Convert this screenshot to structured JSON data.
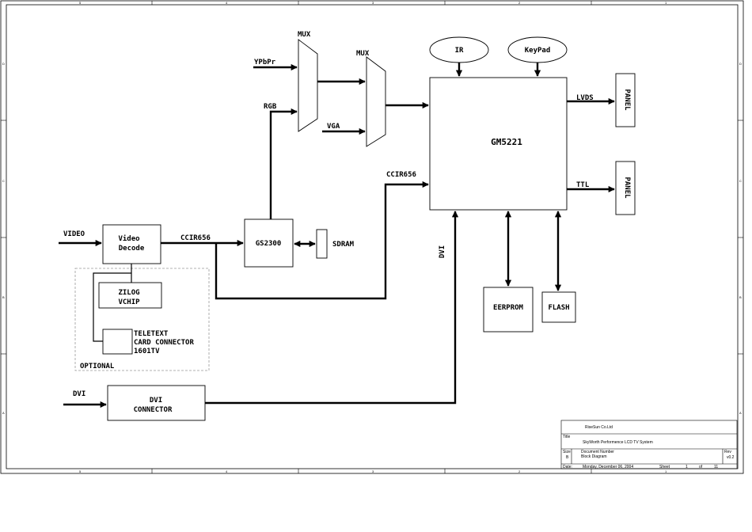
{
  "frame": {
    "zone_numbers": [
      "5",
      "4",
      "3",
      "2",
      "1"
    ],
    "zone_letters": [
      "D",
      "C",
      "B",
      "A"
    ]
  },
  "diagram": {
    "mux1_label": "MUX",
    "mux2_label": "MUX",
    "ir_label": "IR",
    "keypad_label": "KeyPad",
    "ypbpr_label": "YPbPr",
    "rgb_label": "RGB",
    "vga_label": "VGA",
    "gm5221_label": "GM5221",
    "lvds_label": "LVDS",
    "ttl_label": "TTL",
    "panel1_label": "PANEL",
    "panel2_label": "PANEL",
    "ccir656_top_label": "CCIR656",
    "ccir656_mid_label": "CCIR656",
    "video_label": "VIDEO",
    "video_decode_line1": "Video",
    "video_decode_line2": "Decode",
    "gs2300_label": "GS2300",
    "sdram_label": "SDRAM",
    "dvi_vertical_label": "DVI",
    "zilog_line1": "ZILOG",
    "zilog_line2": "VCHIP",
    "teletext_line1": "TELETEXT",
    "teletext_line2": "CARD CONNECTOR",
    "teletext_line3": "1601TV",
    "optional_label": "OPTIONAL",
    "eerprom_label": "EERPROM",
    "flash_label": "FLASH",
    "dvi_input_label": "DVI",
    "dvi_conn_line1": "DVI",
    "dvi_conn_line2": "CONNECTOR"
  },
  "title_block": {
    "company": "RiseSun Co.Ltd",
    "title_caption": "Title",
    "title": "SkyWorth Performence LCD TV System",
    "size_caption": "Size",
    "size": "B",
    "docnum_caption": "Document Number",
    "docnum": "Block Diagram",
    "rev_caption": "Rev",
    "rev": "v0.2",
    "date_caption": "Date:",
    "date": "Monday, December 06, 2004",
    "sheet_caption": "Sheet",
    "sheet": "1",
    "of_caption": "of",
    "total": "11"
  }
}
